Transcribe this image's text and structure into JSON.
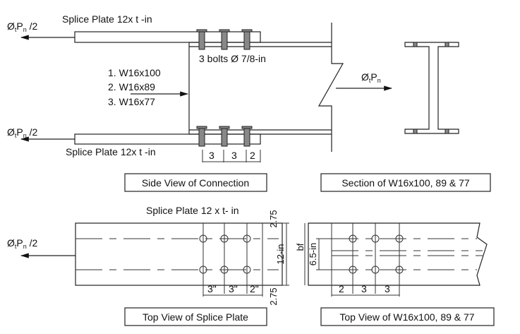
{
  "side_view": {
    "force_label": {
      "main": "Ø",
      "sub": "t",
      "p": "P",
      "psub": "n",
      "tail": " /2"
    },
    "top_plate_label": "Splice Plate 12x t -in",
    "bottom_plate_label": "Splice Plate 12x t -in",
    "bolts_label": "3 bolts Ø 7/8-in",
    "sections": [
      "1. W16x100",
      "2. W16x89",
      "3. W16x77"
    ],
    "spacing": [
      "3",
      "3",
      "2"
    ],
    "caption": "Side View of Connection"
  },
  "section_view": {
    "force_label": {
      "main": "Ø",
      "sub": "t",
      "p": "P",
      "psub": "n"
    },
    "caption": "Section of W16x100, 89 & 77"
  },
  "plate_top_view": {
    "title": "Splice Plate 12 x t- in",
    "force_label": {
      "main": "Ø",
      "sub": "t",
      "p": "P",
      "psub": "n",
      "tail": " /2"
    },
    "edge_top": "2.75",
    "edge_bottom": "2.75",
    "width": "12-in",
    "spacing": [
      "3\"",
      "3\"",
      "2\""
    ],
    "caption": "Top View of Splice Plate"
  },
  "beam_top_view": {
    "bf_label": "bf",
    "gauge": "6.5-in",
    "spacing": [
      "2",
      "3",
      "3"
    ],
    "caption": "Top View of W16x100, 89 & 77"
  }
}
